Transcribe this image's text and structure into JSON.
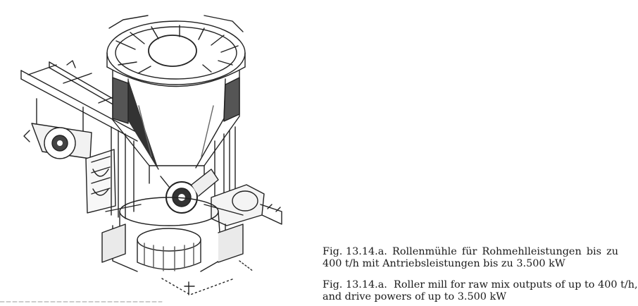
{
  "figure": {
    "icon": "roller-mill-illustration"
  },
  "captions": {
    "german": {
      "line1_words": [
        "Fig. 13.14.a.",
        "Rollenmühle",
        "für",
        "Rohmehlleistungen",
        "bis",
        "zu"
      ],
      "line2": "400 t/h mit Antriebsleistungen bis zu 3.500 kW"
    },
    "english": {
      "line1": "Fig. 13.14.a.  Roller mill for raw mix outputs of up to 400 t/h,",
      "line2": "and drive powers of up to 3.500 kW"
    }
  }
}
